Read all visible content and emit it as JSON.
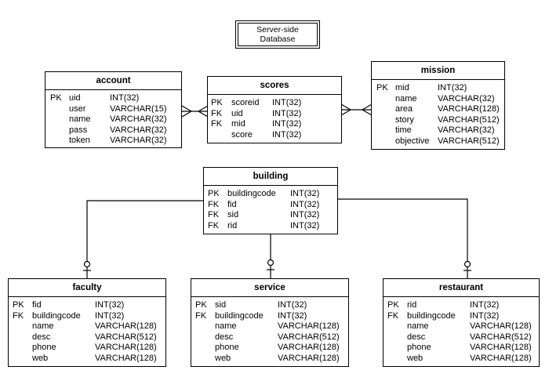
{
  "title": {
    "line1": "Server-side",
    "line2": "Database"
  },
  "entities": {
    "account": {
      "name": "account",
      "fields": [
        {
          "key": "PK",
          "name": "uid",
          "type": "INT(32)"
        },
        {
          "key": "",
          "name": "user",
          "type": "VARCHAR(15)"
        },
        {
          "key": "",
          "name": "name",
          "type": "VARCHAR(32)"
        },
        {
          "key": "",
          "name": "pass",
          "type": "VARCHAR(32)"
        },
        {
          "key": "",
          "name": "token",
          "type": "VARCHAR(32)"
        }
      ]
    },
    "scores": {
      "name": "scores",
      "fields": [
        {
          "key": "PK",
          "name": "scoreid",
          "type": "INT(32)"
        },
        {
          "key": "FK",
          "name": "uid",
          "type": "INT(32)"
        },
        {
          "key": "FK",
          "name": "mid",
          "type": "INT(32)"
        },
        {
          "key": "",
          "name": "score",
          "type": "INT(32)"
        }
      ]
    },
    "mission": {
      "name": "mission",
      "fields": [
        {
          "key": "PK",
          "name": "mid",
          "type": "INT(32)"
        },
        {
          "key": "",
          "name": "name",
          "type": "VARCHAR(32)"
        },
        {
          "key": "",
          "name": "area",
          "type": "VARCHAR(128)"
        },
        {
          "key": "",
          "name": "story",
          "type": "VARCHAR(512)"
        },
        {
          "key": "",
          "name": "time",
          "type": "VARCHAR(32)"
        },
        {
          "key": "",
          "name": "objective",
          "type": "VARCHAR(512)"
        }
      ]
    },
    "building": {
      "name": "building",
      "fields": [
        {
          "key": "PK",
          "name": "buildingcode",
          "type": "INT(32)"
        },
        {
          "key": "FK",
          "name": "fid",
          "type": "INT(32)"
        },
        {
          "key": "FK",
          "name": "sid",
          "type": "INT(32)"
        },
        {
          "key": "FK",
          "name": "rid",
          "type": "INT(32)"
        }
      ]
    },
    "faculty": {
      "name": "faculty",
      "fields": [
        {
          "key": "PK",
          "name": "fid",
          "type": "INT(32)"
        },
        {
          "key": "FK",
          "name": "buildingcode",
          "type": "INT(32)"
        },
        {
          "key": "",
          "name": "name",
          "type": "VARCHAR(128)"
        },
        {
          "key": "",
          "name": "desc",
          "type": "VARCHAR(512)"
        },
        {
          "key": "",
          "name": "phone",
          "type": "VARCHAR(128)"
        },
        {
          "key": "",
          "name": "web",
          "type": "VARCHAR(128)"
        }
      ]
    },
    "service": {
      "name": "service",
      "fields": [
        {
          "key": "PK",
          "name": "sid",
          "type": "INT(32)"
        },
        {
          "key": "FK",
          "name": "buildingcode",
          "type": "INT(32)"
        },
        {
          "key": "",
          "name": "name",
          "type": "VARCHAR(128)"
        },
        {
          "key": "",
          "name": "desc",
          "type": "VARCHAR(512)"
        },
        {
          "key": "",
          "name": "phone",
          "type": "VARCHAR(128)"
        },
        {
          "key": "",
          "name": "web",
          "type": "VARCHAR(128)"
        }
      ]
    },
    "restaurant": {
      "name": "restaurant",
      "fields": [
        {
          "key": "PK",
          "name": "rid",
          "type": "INT(32)"
        },
        {
          "key": "FK",
          "name": "buildingcode",
          "type": "INT(32)"
        },
        {
          "key": "",
          "name": "name",
          "type": "VARCHAR(128)"
        },
        {
          "key": "",
          "name": "desc",
          "type": "VARCHAR(512)"
        },
        {
          "key": "",
          "name": "phone",
          "type": "VARCHAR(128)"
        },
        {
          "key": "",
          "name": "web",
          "type": "VARCHAR(128)"
        }
      ]
    }
  },
  "relationships": [
    {
      "from": "scores",
      "to": "account",
      "end": "crows-foot"
    },
    {
      "from": "scores",
      "to": "mission",
      "end": "crows-foot"
    },
    {
      "from": "building",
      "to": "faculty",
      "end": "zero-one"
    },
    {
      "from": "building",
      "to": "service",
      "end": "zero-one"
    },
    {
      "from": "building",
      "to": "restaurant",
      "end": "zero-one"
    }
  ]
}
